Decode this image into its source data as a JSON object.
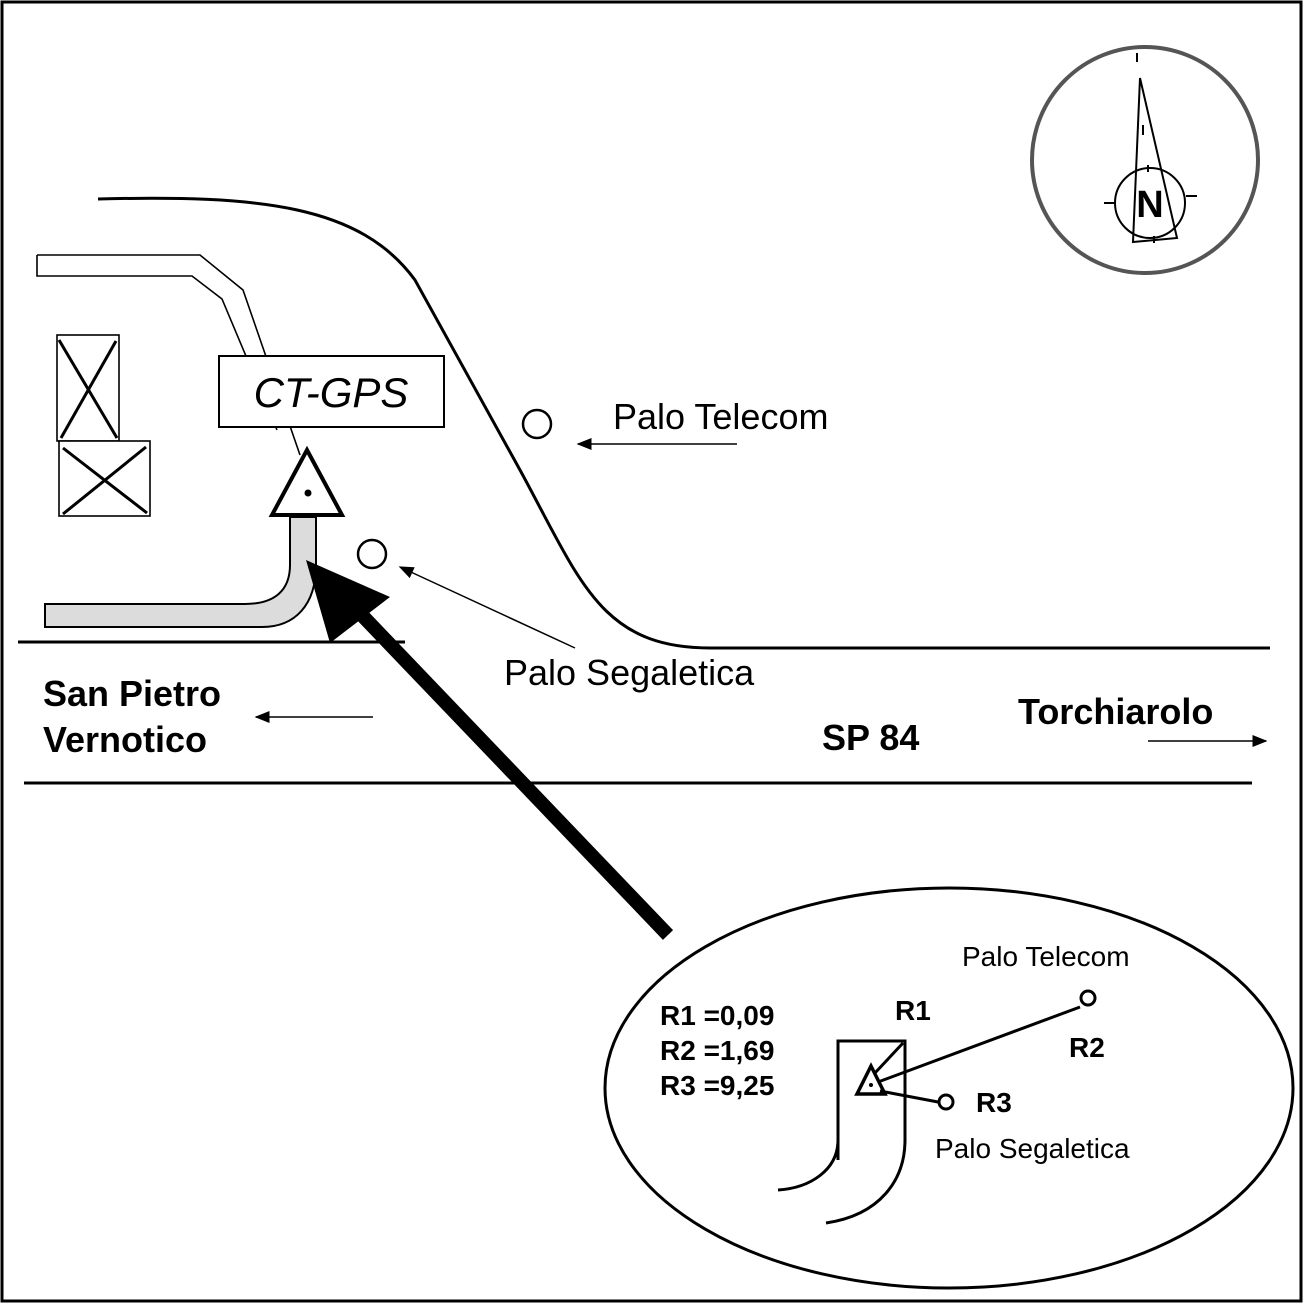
{
  "map": {
    "station_label": "CT-GPS",
    "landmarks": {
      "palo_telecom": "Palo Telecom",
      "palo_segaletica": "Palo Segaletica"
    },
    "road": {
      "name": "SP 84",
      "west_destination_line1": "San Pietro",
      "west_destination_line2": "Vernotico",
      "east_destination": "Torchiarolo"
    },
    "compass": {
      "north_letter": "N"
    },
    "inset": {
      "palo_telecom": "Palo Telecom",
      "palo_segaletica": "Palo Segaletica",
      "r1_label": "R1",
      "r2_label": "R2",
      "r3_label": "R3",
      "distances": [
        "R1 =0,09",
        "R2 =1,69",
        "R3 =9,25"
      ]
    }
  }
}
